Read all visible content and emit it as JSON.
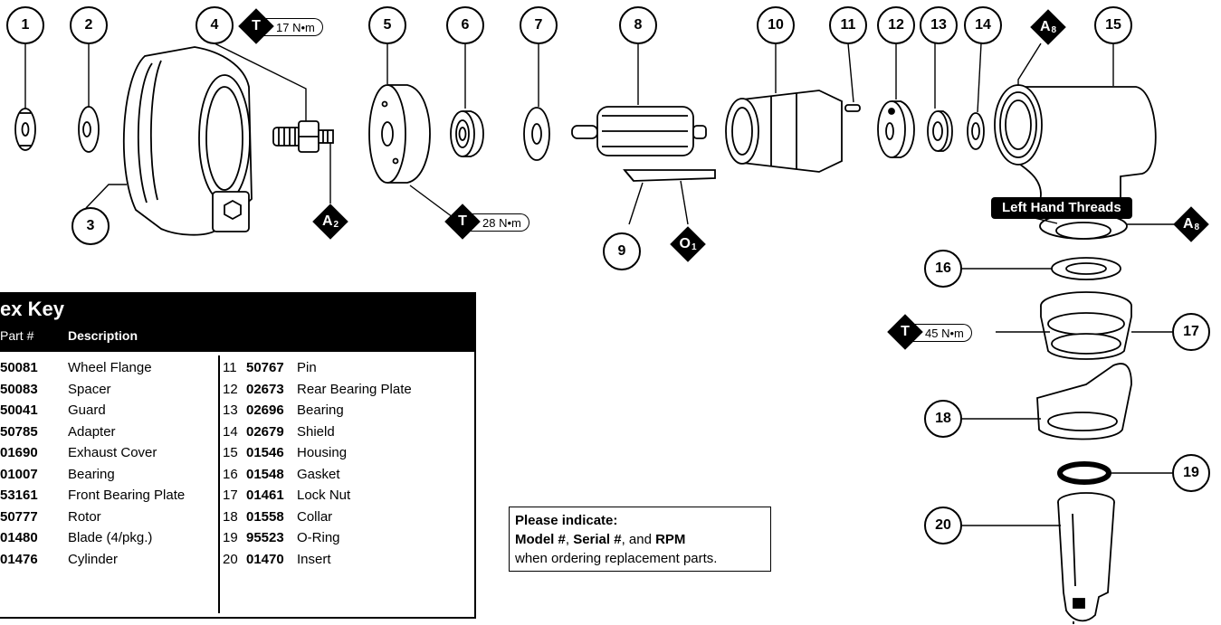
{
  "callouts": {
    "c1": "1",
    "c2": "2",
    "c3": "3",
    "c4": "4",
    "c5": "5",
    "c6": "6",
    "c7": "7",
    "c8": "8",
    "c9": "9",
    "c10": "10",
    "c11": "11",
    "c12": "12",
    "c13": "13",
    "c14": "14",
    "c15": "15",
    "c16": "16",
    "c17": "17",
    "c18": "18",
    "c19": "19",
    "c20": "20"
  },
  "markers": {
    "torque_letter": "T",
    "a2": "A",
    "a2_sub": "2",
    "a8": "A",
    "a8_sub": "8",
    "o1": "O",
    "o1_sub": "1"
  },
  "torques": {
    "adapter": "17 N•m",
    "exhaust_cover": "28 N•m",
    "lock_nut": "45 N•m"
  },
  "left_hand_threads": "Left Hand Threads",
  "index_key": {
    "title": "ex Key",
    "col_part": "Part #",
    "col_description": "Description",
    "left_rows": [
      {
        "part": "50081",
        "desc": "Wheel Flange"
      },
      {
        "part": "50083",
        "desc": "Spacer"
      },
      {
        "part": "50041",
        "desc": "Guard"
      },
      {
        "part": "50785",
        "desc": "Adapter"
      },
      {
        "part": "01690",
        "desc": "Exhaust Cover"
      },
      {
        "part": "01007",
        "desc": "Bearing"
      },
      {
        "part": "53161",
        "desc": "Front Bearing Plate"
      },
      {
        "part": "50777",
        "desc": "Rotor"
      },
      {
        "part": "01480",
        "desc": "Blade (4/pkg.)"
      },
      {
        "part": "01476",
        "desc": "Cylinder"
      }
    ],
    "right_rows": [
      {
        "idx": "11",
        "part": "50767",
        "desc": "Pin"
      },
      {
        "idx": "12",
        "part": "02673",
        "desc": "Rear Bearing Plate"
      },
      {
        "idx": "13",
        "part": "02696",
        "desc": "Bearing"
      },
      {
        "idx": "14",
        "part": "02679",
        "desc": "Shield"
      },
      {
        "idx": "15",
        "part": "01546",
        "desc": "Housing"
      },
      {
        "idx": "16",
        "part": "01548",
        "desc": "Gasket"
      },
      {
        "idx": "17",
        "part": "01461",
        "desc": "Lock Nut"
      },
      {
        "idx": "18",
        "part": "01558",
        "desc": "Collar"
      },
      {
        "idx": "19",
        "part": "95523",
        "desc": "O-Ring"
      },
      {
        "idx": "20",
        "part": "01470",
        "desc": "Insert"
      }
    ]
  },
  "order_note": {
    "line1": "Please indicate:",
    "model": "Model #",
    "sep1": ", ",
    "serial": "Serial #",
    "sep2": ", and ",
    "rpm": "RPM",
    "line3": "when ordering replacement parts."
  }
}
